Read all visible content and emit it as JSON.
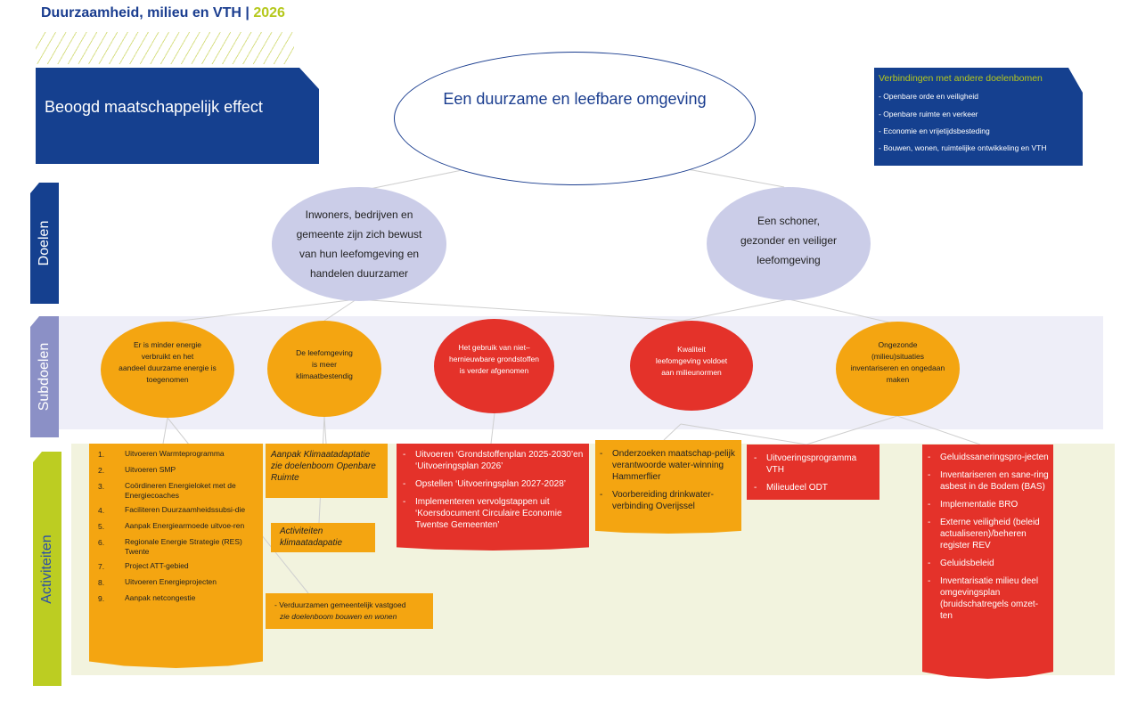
{
  "header": {
    "title": "Duurzaamheid, milieu en VTH",
    "separator": " | ",
    "year": "2026"
  },
  "effect": {
    "label": "Beoogd maatschappelijk effect",
    "main_goal": "Een duurzame en leefbare omgeving"
  },
  "connections": {
    "title": "Verbindingen met andere doelenbomen",
    "items": [
      "- Openbare orde en veiligheid",
      "- Openbare ruimte en verkeer",
      "- Economie en vrijetijdsbesteding",
      "- Bouwen, wonen, ruimtelijke ontwikkeling en VTH"
    ]
  },
  "rows": {
    "doelen": "Doelen",
    "subdoelen": "Subdoelen",
    "activiteiten": "Activiteiten"
  },
  "goals": [
    {
      "lines": [
        "Inwoners, bedrijven en",
        "gemeente zijn zich bewust",
        "van hun leefomgeving en",
        "handelen duurzamer"
      ]
    },
    {
      "lines": [
        "Een schoner,",
        "gezonder en veiliger",
        "leefomgeving"
      ]
    }
  ],
  "subgoals": [
    {
      "color": "#f4a511",
      "lines": [
        "Er is minder energie",
        "verbruikt en het",
        "aandeel duurzame energie is",
        "toegenomen"
      ]
    },
    {
      "color": "#f4a511",
      "lines": [
        "De leefomgeving",
        "is meer",
        "klimaatbestendig"
      ]
    },
    {
      "color": "#e4322a",
      "lines": [
        "Het gebruik van niet–",
        "hernieuwbare grondstoffen",
        "is verder afgenomen"
      ]
    },
    {
      "color": "#e4322a",
      "lines": [
        "Kwaliteit",
        "leefomgeving voldoet",
        "aan milieunormen"
      ]
    },
    {
      "color": "#f4a511",
      "lines": [
        "Ongezonde",
        "(milieu)situaties",
        "inventariseren en ongedaan",
        "maken"
      ]
    }
  ],
  "activities": {
    "energy": [
      {
        "n": "1.",
        "t": "Uitvoeren Warmteprogramma"
      },
      {
        "n": "2.",
        "t": "Uitvoeren SMP"
      },
      {
        "n": "3.",
        "t": "Coördineren Energieloket met de Energiecoaches"
      },
      {
        "n": "4.",
        "t": "Faciliteren Duurzaamheidssubsi-die"
      },
      {
        "n": "5.",
        "t": "Aanpak Energiearmoede uitvoe-ren"
      },
      {
        "n": "6.",
        "t": "Regionale Energie Strategie (RES) Twente"
      },
      {
        "n": "7.",
        "t": "Project ATT-gebied"
      },
      {
        "n": "8.",
        "t": "Uitvoeren Energieprojecten"
      },
      {
        "n": "9.",
        "t": "Aanpak netcongestie"
      }
    ],
    "climate_a": "Aanpak Klimaatadaptatie zie doelenboom Openbare Ruimte",
    "climate_b": "Activiteiten klimaatadapatie",
    "climate_c_main": "- Verduurzamen gemeentelijk vastgoed",
    "climate_c_ref": "zie doelenboom bouwen en wonen",
    "resources": [
      "Uitvoeren ‘Grondstoffenplan 2025-2030’en ‘Uitvoeringsplan 2026’",
      "Opstellen ‘Uitvoeringsplan 2027-2028’",
      "Implementeren vervolgstappen uit ‘Koersdocument Circulaire Economie Twentse Gemeenten’"
    ],
    "water": [
      "Onderzoeken maatschap-pelijk verantwoorde water-winning Hammerflier",
      "Voorbereiding drinkwater-verbinding Overijssel"
    ],
    "vth": [
      "Uitvoeringsprogramma VTH",
      "Milieudeel ODT"
    ],
    "environment": [
      "Geluidssaneringspro-jecten",
      "Inventariseren en sane-ring asbest in de Bodem (BAS)",
      "Implementatie BRO",
      "Externe veiligheid (beleid actualiseren)/beheren register REV",
      "Geluidsbeleid",
      "Inventarisatie milieu deel omgevingsplan (bruidschatregels omzet-ten"
    ],
    "dash": "-"
  }
}
